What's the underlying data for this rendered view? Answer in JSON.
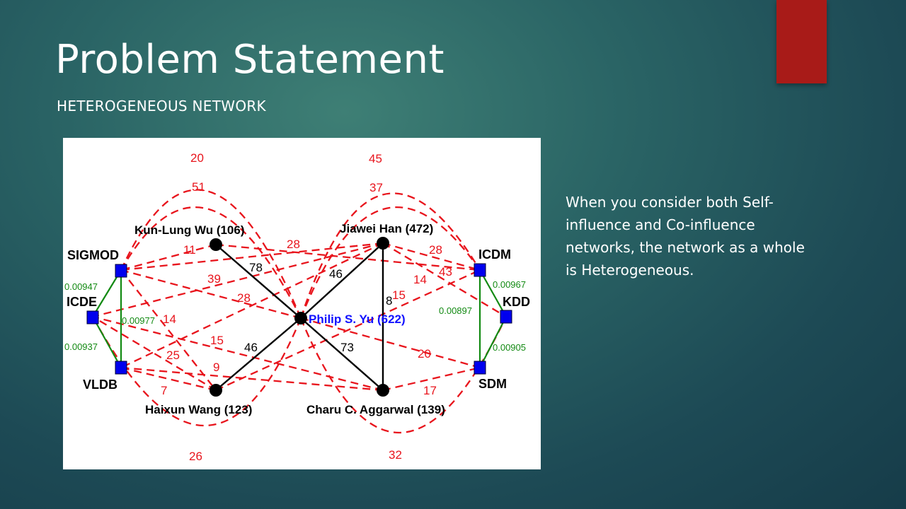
{
  "slide": {
    "title": "Problem Statement",
    "subtitle": "HETEROGENEOUS NETWORK",
    "body_text": "When you consider both Self-influence and Co-influence networks, the network as a whole is Heterogeneous."
  },
  "colors": {
    "accent_bar": "#a81b18",
    "author_edge": "#000000",
    "influence_edge": "#e8141c",
    "venue_edge": "#138a13",
    "venue_node": "#0000ee",
    "focus_author_label": "#1212ff"
  },
  "diagram": {
    "authors": [
      {
        "id": "kunlung",
        "label": "Kun-Lung Wu (106)"
      },
      {
        "id": "jiawei",
        "label": "Jiawei Han (472)"
      },
      {
        "id": "philip",
        "label": "Philip S. Yu (622)"
      },
      {
        "id": "haixun",
        "label": "Haixun Wang (123)"
      },
      {
        "id": "charu",
        "label": "Charu C. Aggarwal (139)"
      }
    ],
    "venues": [
      {
        "id": "sigmod",
        "label": "SIGMOD"
      },
      {
        "id": "icde",
        "label": "ICDE"
      },
      {
        "id": "vldb",
        "label": "VLDB"
      },
      {
        "id": "icdm",
        "label": "ICDM"
      },
      {
        "id": "kdd",
        "label": "KDD"
      },
      {
        "id": "sdm",
        "label": "SDM"
      }
    ],
    "author_edges": [
      {
        "from": "kunlung",
        "to": "philip",
        "weight": "78"
      },
      {
        "from": "jiawei",
        "to": "philip",
        "weight": "46"
      },
      {
        "from": "jiawei",
        "to": "charu",
        "weight": "8"
      },
      {
        "from": "philip",
        "to": "haixun",
        "weight": "46"
      },
      {
        "from": "philip",
        "to": "charu",
        "weight": "73"
      }
    ],
    "venue_edges": [
      {
        "from": "sigmod",
        "to": "icde",
        "weight": "0.00947"
      },
      {
        "from": "sigmod",
        "to": "vldb",
        "weight": "0.00977"
      },
      {
        "from": "icde",
        "to": "vldb",
        "weight": "0.00937"
      },
      {
        "from": "icdm",
        "to": "kdd",
        "weight": "0.00967"
      },
      {
        "from": "icdm",
        "to": "sdm",
        "weight": "0.00897"
      },
      {
        "from": "kdd",
        "to": "sdm",
        "weight": "0.00905"
      }
    ],
    "influence_labels": [
      "20",
      "51",
      "45",
      "37",
      "28",
      "11",
      "39",
      "28",
      "28",
      "14",
      "43",
      "15",
      "14",
      "15",
      "25",
      "9",
      "7",
      "20",
      "17",
      "26",
      "32"
    ]
  }
}
